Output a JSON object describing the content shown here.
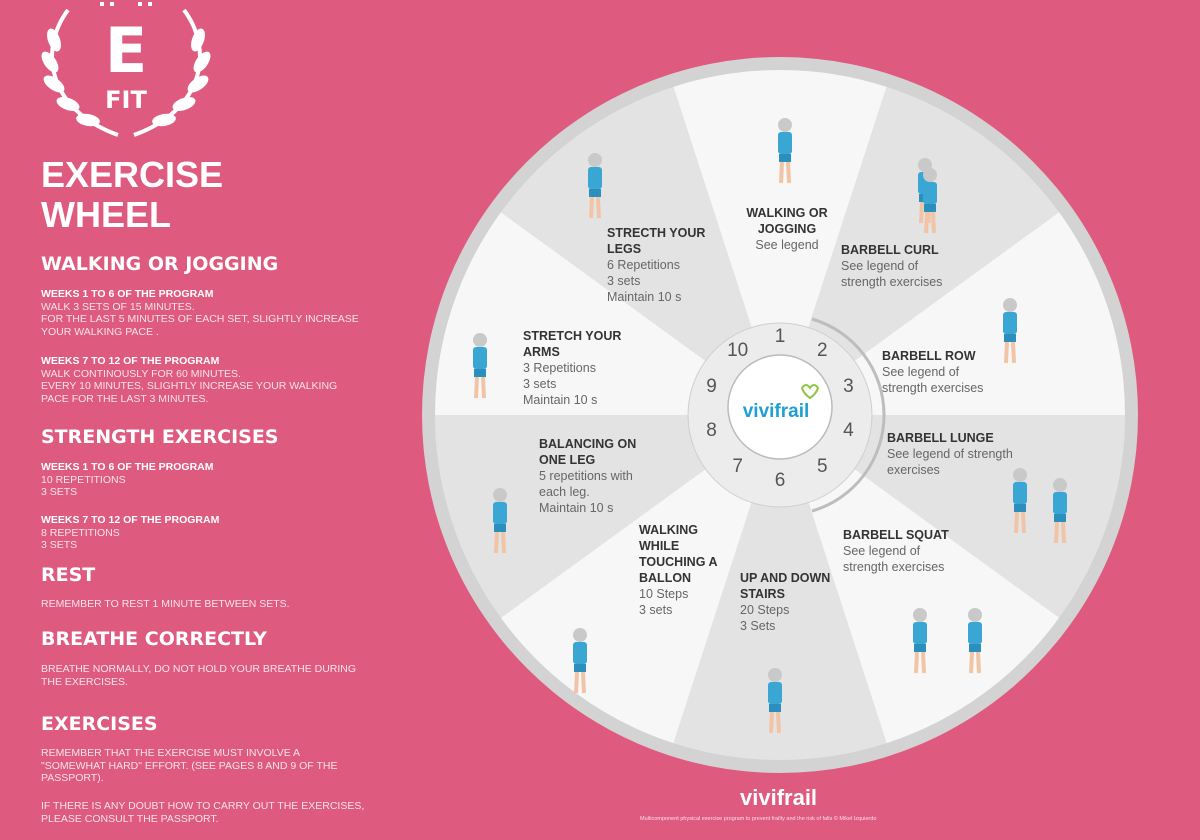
{
  "logo": {
    "letter": "E",
    "sub": "FIT"
  },
  "title": {
    "line1": "EXERCISE",
    "line2": "WHEEL"
  },
  "sections": {
    "walking": {
      "heading": "WALKING OR JOGGING",
      "w1_title": "WEEKS 1 TO 6 OF THE PROGRAM",
      "w1_l1": "WALK 3 SETS OF 15 MINUTES.",
      "w1_l2": "FOR THE LAST 5 MINUTES OF EACH SET, SLIGHTLY INCREASE",
      "w1_l3": "YOUR WALKING PACE .",
      "w7_title": "WEEKS 7 TO 12 OF THE PROGRAM",
      "w7_l1": "WALK CONTINOUSLY FOR 60 MINUTES.",
      "w7_l2": "EVERY 10 MINUTES, SLIGHTLY INCREASE YOUR WALKING",
      "w7_l3": "PACE FOR THE LAST 3 MINUTES."
    },
    "strength": {
      "heading": "STRENGTH EXERCISES",
      "w1_title": "WEEKS 1 TO 6 OF THE PROGRAM",
      "w1_l1": "10 REPETITIONS",
      "w1_l2": "3 SETS",
      "w7_title": "WEEKS 7 TO 12 OF THE PROGRAM",
      "w7_l1": "8 REPETITIONS",
      "w7_l2": "3 SETS"
    },
    "rest": {
      "heading": "REST",
      "text": "REMEMBER TO REST 1 MINUTE BETWEEN SETS."
    },
    "breathe": {
      "heading": "BREATHE CORRECTLY",
      "l1": "BREATHE NORMALLY, DO NOT HOLD YOUR BREATHE DURING",
      "l2": "THE EXERCISES."
    },
    "exercises": {
      "heading": "EXERCISES",
      "l1": "REMEMBER THAT THE EXERCISE MUST INVOLVE A",
      "l2": "\"SOMEWHAT HARD\" EFFORT. (SEE PAGES 8 AND 9 OF THE",
      "l3": "PASSPORT).",
      "l4": "IF THERE IS ANY DOUBT HOW TO CARRY OUT THE EXERCISES,",
      "l5": "PLEASE CONSULT THE PASSPORT."
    }
  },
  "wheel": {
    "center_logo": "vivifrail",
    "numbers": [
      "1",
      "2",
      "3",
      "4",
      "5",
      "6",
      "7",
      "8",
      "9",
      "10"
    ],
    "items": [
      {
        "title": [
          "WALKING OR",
          "JOGGING"
        ],
        "lines": [
          "See legend"
        ]
      },
      {
        "title": [
          "BARBELL CURL"
        ],
        "lines": [
          "See legend of",
          "strength exercises"
        ]
      },
      {
        "title": [
          "BARBELL ROW"
        ],
        "lines": [
          "See legend of",
          "strength exercises"
        ]
      },
      {
        "title": [
          "BARBELL LUNGE"
        ],
        "lines": [
          "See legend of strength",
          "exercises"
        ]
      },
      {
        "title": [
          "BARBELL SQUAT"
        ],
        "lines": [
          "See legend of",
          "strength exercises"
        ]
      },
      {
        "title": [
          "UP AND DOWN",
          "STAIRS"
        ],
        "lines": [
          "20 Steps",
          "3 Sets"
        ]
      },
      {
        "title": [
          "WALKING",
          "WHILE",
          "TOUCHING A",
          "BALLON"
        ],
        "lines": [
          "10 Steps",
          " 3 sets"
        ]
      },
      {
        "title": [
          "BALANCING ON",
          "ONE LEG"
        ],
        "lines": [
          "5 repetitions with",
          "each leg.",
          "Maintain 10 s"
        ]
      },
      {
        "title": [
          "STRETCH YOUR",
          "ARMS"
        ],
        "lines": [
          "3 Repetitions",
          "3 sets",
          "Maintain 10 s"
        ]
      },
      {
        "title": [
          "STRECTH YOUR",
          "LEGS"
        ],
        "lines": [
          "6 Repetitions",
          "3 sets",
          "Maintain 10 s"
        ]
      }
    ]
  },
  "footer": {
    "logo": "vivifrail",
    "text": "Multicomponent physical exercise program to prevent frailty and the risk of falls  © Mikel Izquierdo"
  },
  "colors": {
    "background": "#de5a7f",
    "accent_green": "#8dc63f",
    "accent_blue": "#1ea0d6",
    "figure_shirt": "#3aa6d4"
  }
}
